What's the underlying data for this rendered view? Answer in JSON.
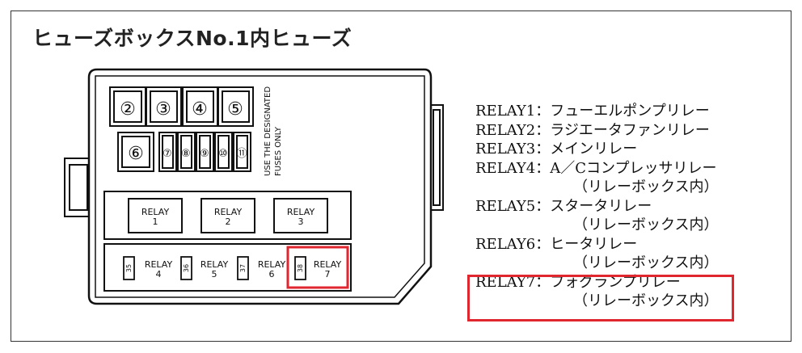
{
  "title": "ヒューズボックスNo.1内ヒューズ",
  "fuse_numbers": [
    "②",
    "③",
    "④",
    "⑤",
    "⑥",
    "⑦",
    "⑧",
    "⑨",
    "⑩",
    "⑪"
  ],
  "designated_note": [
    "USE THE DESIGNATED",
    "FUSES ONLY"
  ],
  "upper_relays": [
    {
      "line1": "RELAY",
      "line2": "1"
    },
    {
      "line1": "RELAY",
      "line2": "2"
    },
    {
      "line1": "RELAY",
      "line2": "3"
    }
  ],
  "lower_relays": [
    {
      "fuse": "35",
      "line1": "RELAY",
      "line2": "4"
    },
    {
      "fuse": "36",
      "line1": "RELAY",
      "line2": "5"
    },
    {
      "fuse": "37",
      "line1": "RELAY",
      "line2": "6"
    },
    {
      "fuse": "38",
      "line1": "RELAY",
      "line2": "7"
    }
  ],
  "legend": [
    {
      "text": "RELAY1：フューエルポンプリレー"
    },
    {
      "text": "RELAY2：ラジエータファンリレー"
    },
    {
      "text": "RELAY3：メインリレー"
    },
    {
      "text": "RELAY4：A／Cコンプレッサリレー",
      "sub": "（リレーボックス内）"
    },
    {
      "text": "RELAY5：スタータリレー",
      "sub": "（リレーボックス内）"
    },
    {
      "text": "RELAY6：ヒータリレー",
      "sub": "（リレーボックス内）"
    },
    {
      "text": "RELAY7：フォグランプリレー",
      "sub": "（リレーボックス内）"
    }
  ],
  "colors": {
    "highlight": "#e0262f",
    "line": "#111111"
  }
}
